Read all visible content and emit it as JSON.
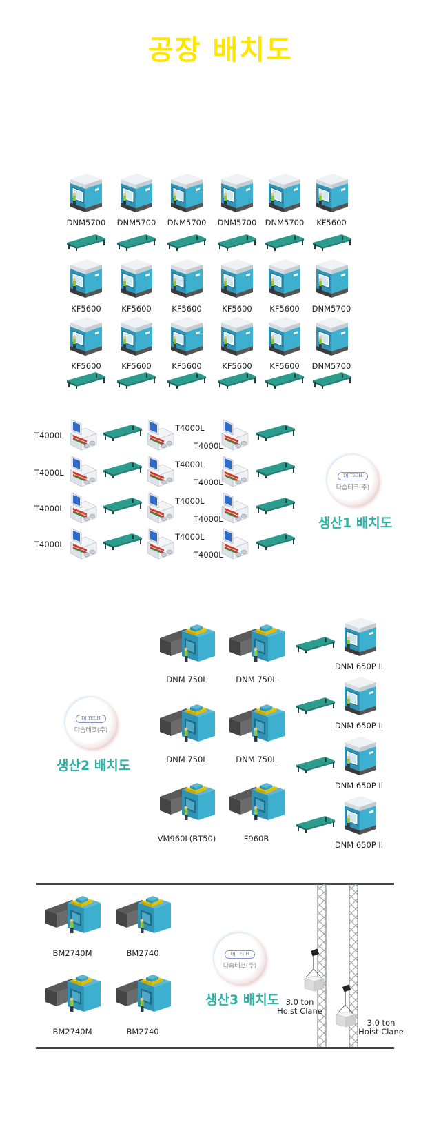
{
  "title": "공장 배치도",
  "sections": {
    "prod1": {
      "title": "생산1 배치도",
      "logo": {
        "badge": "DJ TECH",
        "name": "다솜테크(주)"
      },
      "grid_row1": [
        "DNM5700",
        "DNM5700",
        "DNM5700",
        "DNM5700",
        "DNM5700",
        "KF5600"
      ],
      "grid_row2": [
        "KF5600",
        "KF5600",
        "KF5600",
        "KF5600",
        "KF5600",
        "DNM5700"
      ],
      "grid_row3": [
        "KF5600",
        "KF5600",
        "KF5600",
        "KF5600",
        "KF5600",
        "DNM5700"
      ],
      "lathe_rows": [
        {
          "left": "T4000L",
          "mid": "T4000L",
          "right": "T4000L"
        },
        {
          "left": "T4000L",
          "mid": "T4000L",
          "right": "T4000L"
        },
        {
          "left": "T4000L",
          "mid": "T4000L",
          "right": "T4000L"
        },
        {
          "left": "T4000L",
          "mid": "T4000L",
          "right": "T4000L"
        }
      ]
    },
    "prod2": {
      "title": "생산2 배치도",
      "logo": {
        "badge": "DJ TECH",
        "name": "다솜테크(주)"
      },
      "rows": [
        [
          "DNM 750L",
          "DNM 750L"
        ],
        [
          "DNM 750L",
          "DNM 750L"
        ],
        [
          "VM960L(BT50)",
          "F960B"
        ]
      ],
      "side": [
        "DNM 650P II",
        "DNM 650P II",
        "DNM 650P II",
        "DNM 650P II"
      ]
    },
    "prod3": {
      "title": "생산3 배치도",
      "logo": {
        "badge": "DJ TECH",
        "name": "다솜테크(주)"
      },
      "rows": [
        [
          "BM2740M",
          "BM2740"
        ],
        [
          "BM2740M",
          "BM2740"
        ]
      ],
      "hoists": [
        {
          "line1": "3.0 ton",
          "line2": "Hoist Clane"
        },
        {
          "line1": "3.0 ton",
          "line2": "Hoist Clane"
        }
      ]
    }
  },
  "colors": {
    "title": "#ffe600",
    "section_title": "#2fb3a7",
    "machine": "#3aa9c8",
    "table": "#2a9d8f"
  }
}
